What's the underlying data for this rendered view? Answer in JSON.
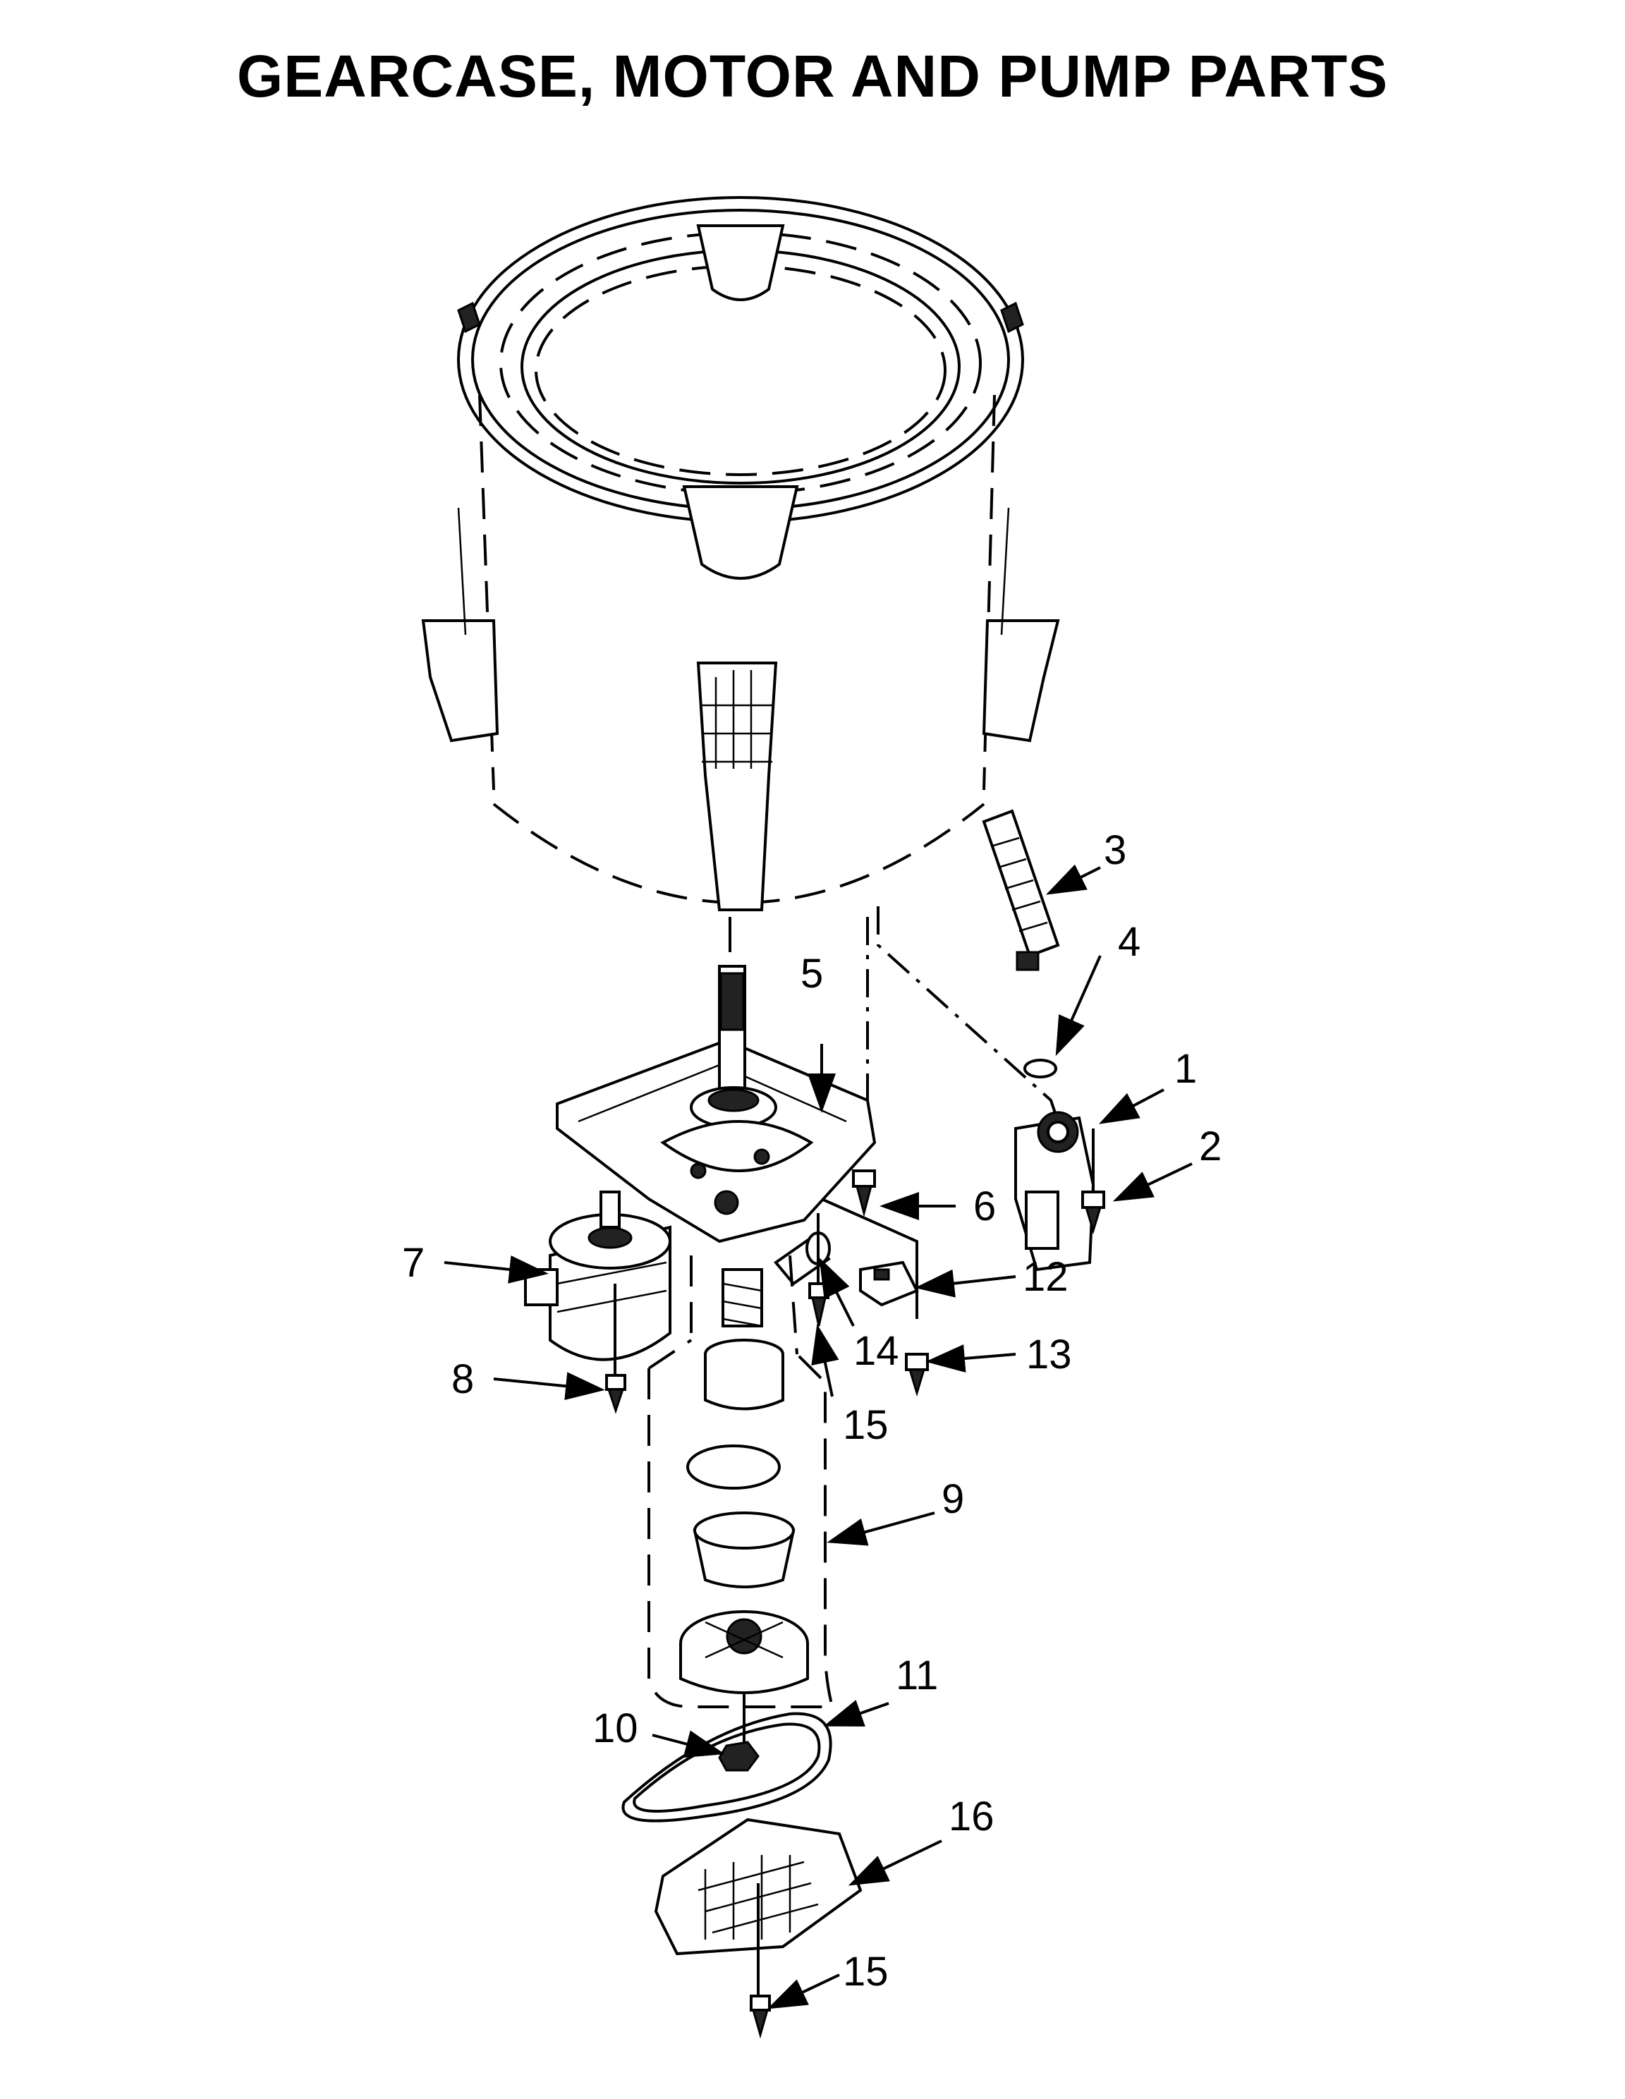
{
  "title": "GEARCASE, MOTOR AND PUMP PARTS",
  "callouts": [
    {
      "id": "1",
      "label": "1"
    },
    {
      "id": "2",
      "label": "2"
    },
    {
      "id": "3",
      "label": "3"
    },
    {
      "id": "4",
      "label": "4"
    },
    {
      "id": "5",
      "label": "5"
    },
    {
      "id": "6",
      "label": "6"
    },
    {
      "id": "7",
      "label": "7"
    },
    {
      "id": "8",
      "label": "8"
    },
    {
      "id": "9",
      "label": "9"
    },
    {
      "id": "10",
      "label": "10"
    },
    {
      "id": "11",
      "label": "11"
    },
    {
      "id": "12",
      "label": "12"
    },
    {
      "id": "13",
      "label": "13"
    },
    {
      "id": "14",
      "label": "14"
    },
    {
      "id": "15a",
      "label": "15"
    },
    {
      "id": "15b",
      "label": "15"
    },
    {
      "id": "16",
      "label": "16"
    }
  ]
}
